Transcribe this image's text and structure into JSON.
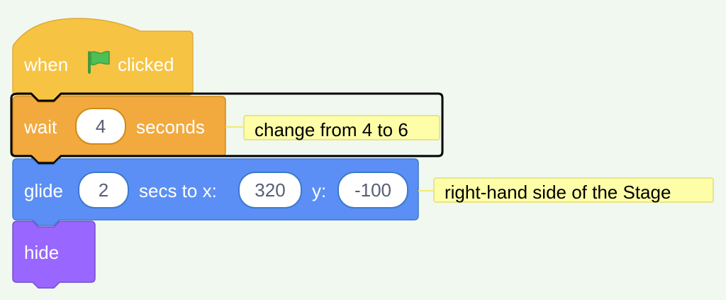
{
  "blocks": {
    "event_block": {
      "prefix": "when",
      "suffix": "clicked",
      "icon": "green-flag-icon"
    },
    "wait_block": {
      "label": "wait",
      "value": "4",
      "unit": "seconds"
    },
    "glide_block": {
      "label": "glide",
      "secs_value": "2",
      "secs_label": "secs to x:",
      "x_value": "320",
      "y_label": "y:",
      "y_value": "-100"
    },
    "hide_block": {
      "label": "hide"
    }
  },
  "comments": {
    "wait_comment": "change from 4 to 6",
    "glide_comment": "right-hand side of the Stage"
  },
  "colors": {
    "event": "#f6c343",
    "control": "#f2aa3e",
    "motion": "#5b8ff5",
    "looks": "#9966ff",
    "comment_bg": "#fefea8",
    "highlight_border": "#000000",
    "background": "#f0f8f0"
  }
}
